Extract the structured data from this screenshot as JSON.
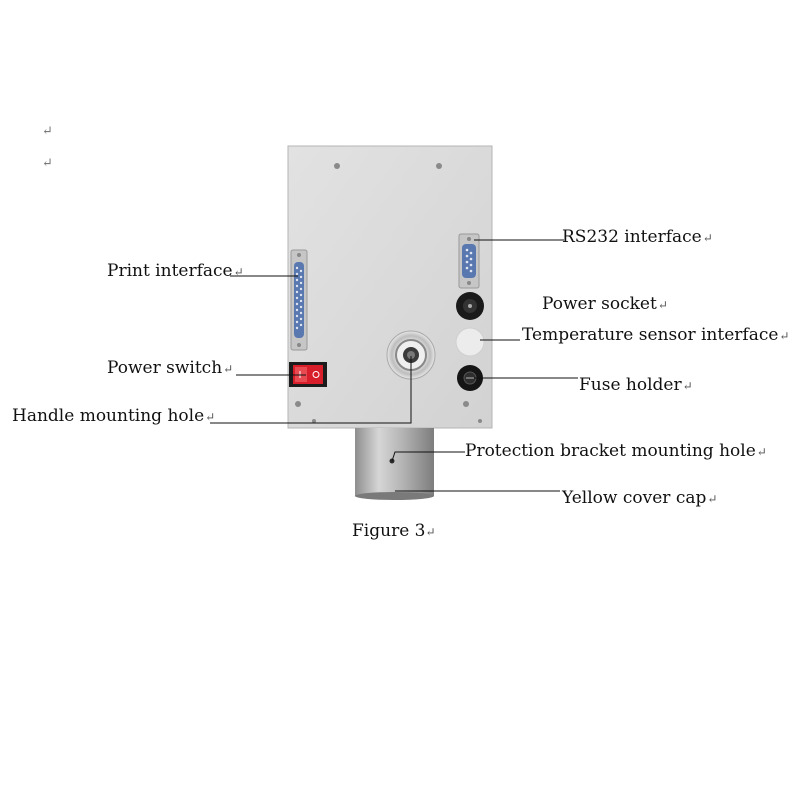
{
  "paragraph_mark": "↵",
  "labels": {
    "rs232": "RS232 interface",
    "print": "Print interface",
    "power_socket": "Power socket",
    "temp_sensor": "Temperature sensor interface",
    "power_switch": "Power switch",
    "fuse_holder": "Fuse holder",
    "handle_hole": "Handle mounting hole",
    "bracket_hole": "Protection bracket mounting hole",
    "yellow_cap": "Yellow cover cap"
  },
  "caption": "Figure 3",
  "colors": {
    "panel": "#dcdcdc",
    "panel_edge": "#b5b5b5",
    "db_connector": "#5a78b0",
    "switch_red": "#d81e2a",
    "cylinder": "#a8a8a8"
  }
}
